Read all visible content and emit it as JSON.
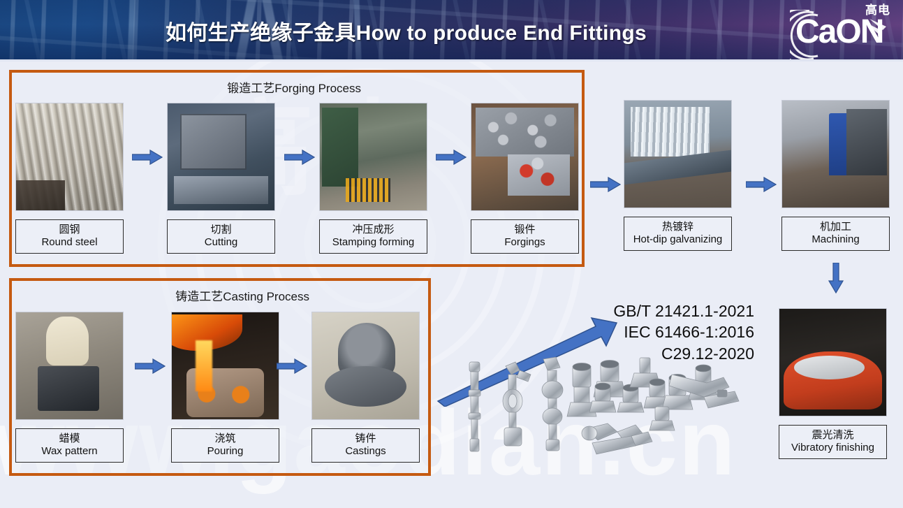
{
  "header": {
    "title": "如何生产绝缘子金具How to produce End Fittings",
    "logo_cn": "高电",
    "logo_main": "CaON"
  },
  "watermark": {
    "url_text": "www.gaodian.cn",
    "cn_text": "高电"
  },
  "forging": {
    "title": "锻造工艺Forging Process",
    "steps": [
      {
        "cn": "圆钢",
        "en": "Round steel",
        "photo": "round-steel-photo"
      },
      {
        "cn": "切割",
        "en": "Cutting",
        "photo": "cutting-machine-photo"
      },
      {
        "cn": "冲压成形",
        "en": "Stamping forming",
        "photo": "stamping-press-photo"
      },
      {
        "cn": "锻件",
        "en": "Forgings",
        "photo": "forgings-bin-photo"
      }
    ]
  },
  "casting": {
    "title": "铸造工艺Casting Process",
    "steps": [
      {
        "cn": "蜡模",
        "en": "Wax pattern",
        "photo": "wax-pattern-photo"
      },
      {
        "cn": "浇筑",
        "en": "Pouring",
        "photo": "molten-pouring-photo"
      },
      {
        "cn": "铸件",
        "en": "Castings",
        "photo": "casting-part-photo"
      }
    ]
  },
  "finishing": {
    "steps": [
      {
        "cn": "热镀锌",
        "en": "Hot-dip galvanizing",
        "photo": "galvanizing-tank-photo"
      },
      {
        "cn": "机加工",
        "en": "Machining",
        "photo": "cnc-machining-photo"
      },
      {
        "cn": "震光清洗",
        "en": "Vibratory finishing",
        "photo": "vibratory-bowl-photo"
      }
    ]
  },
  "standards": {
    "lines": [
      "GB/T 21421.1-2021",
      "IEC 61466-1:2016",
      "C29.12-2020"
    ],
    "line1": "GB/T 21421.1-2021",
    "line2": "IEC 61466-1:2016",
    "line3": "C29.12-2020"
  },
  "product_showcase": {
    "alt": "assorted galvanized insulator end fittings"
  },
  "colors": {
    "group_border": "#c55a11",
    "arrow_fill": "#4472c4",
    "arrow_stroke": "#2f528f",
    "slide_background": "#eaedf6",
    "header_blue": "#1c4b86",
    "header_purple": "#6d4485"
  }
}
